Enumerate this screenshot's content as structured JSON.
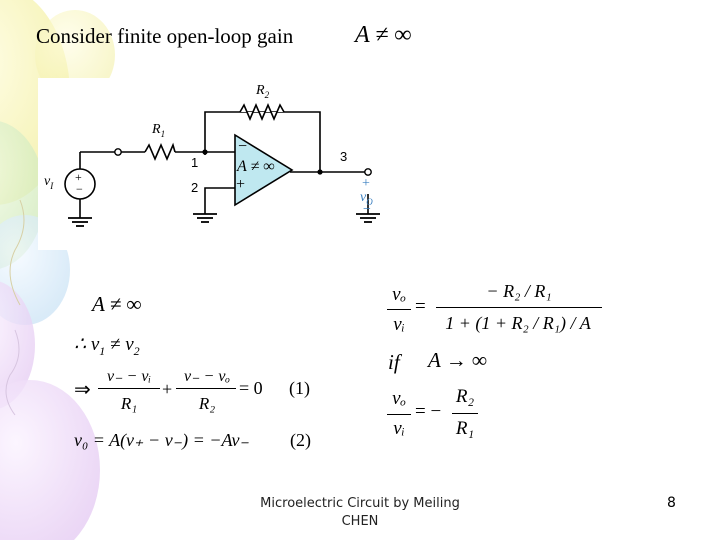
{
  "slide": {
    "title_text": "Consider finite open-loop gain",
    "title_math": "A ≠ ∞",
    "footer": "Microelectric Circuit by Meiling CHEN",
    "page_number": "8",
    "circuit": {
      "r2": "R",
      "r2_sub": "2",
      "r1": "R",
      "r1_sub": "1",
      "node1": "1",
      "node2": "2",
      "node3": "3",
      "opamp_gain": "A ≠ ∞",
      "opamp_minus": "−",
      "opamp_plus": "+",
      "vi": "v",
      "vi_sub": "I",
      "src_plus": "+",
      "src_minus": "−",
      "vo": "v",
      "vo_sub": "O",
      "out_plus": "+",
      "out_minus": "−"
    },
    "left_eqs": {
      "box": "",
      "given": "A ≠ ∞",
      "therefore": "∴ v",
      "therefore_sub1": "1",
      "therefore_ne": " ≠ v",
      "therefore_sub2": "2",
      "implies": "⇒",
      "num1": "v₋ − vᵢ",
      "den1": "R₁",
      "plus": "+",
      "num2": "v₋ − vₒ",
      "den2": "R₂",
      "eq_zero": "= 0",
      "box2": "",
      "label1": "(1)",
      "vo_eq": "v₀ = A(v₊ − v₋) = −Av₋",
      "box3": "",
      "label2": "(2)"
    },
    "right_eqs": {
      "lhs_num": "vₒ",
      "lhs_den": "vᵢ",
      "eq": "=",
      "rhs_num": "− R₂ / R₁",
      "rhs_den": "1 + (1 + R₂ / R₁) / A",
      "if": "if",
      "cond": "A → ∞",
      "lhs2_num": "vₒ",
      "lhs2_den": "vᵢ",
      "eq2": "= −",
      "rhs2_num": "R₂",
      "rhs2_den": "R₁"
    }
  }
}
